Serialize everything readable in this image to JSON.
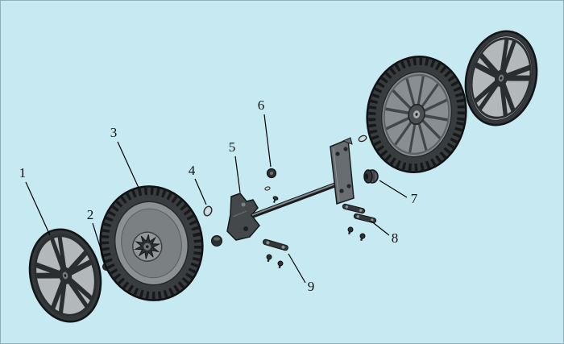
{
  "diagram": {
    "callouts": [
      {
        "label": "1"
      },
      {
        "label": "2"
      },
      {
        "label": "3"
      },
      {
        "label": "4"
      },
      {
        "label": "5"
      },
      {
        "label": "6"
      },
      {
        "label": "7"
      },
      {
        "label": "8"
      },
      {
        "label": "9"
      }
    ]
  },
  "colors": {
    "background": "#c7e9f1",
    "leader_line": "#000000",
    "label_text": "#111111",
    "part_dark": "#2e3133",
    "part_mid": "#6d7275",
    "part_light": "#b3b8bb"
  }
}
